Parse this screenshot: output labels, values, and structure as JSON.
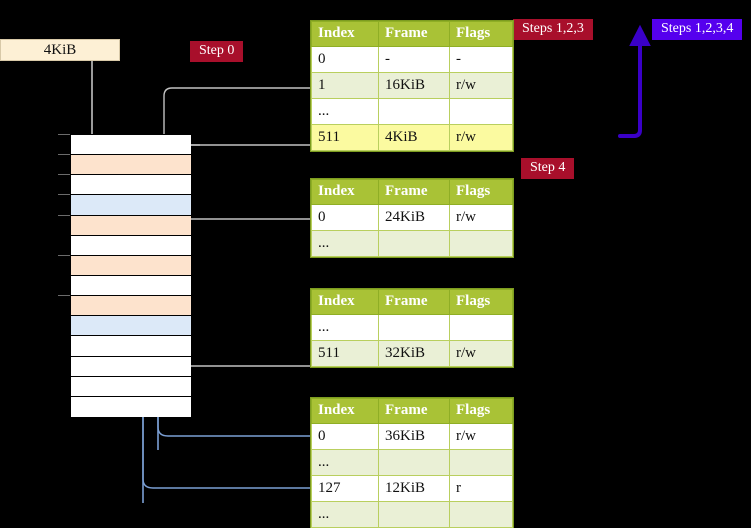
{
  "diagram": {
    "title_labels": {
      "size_box": "4KiB",
      "step0": "Step 0",
      "steps123": "Steps 1,2,3",
      "steps1234": "Steps 1,2,3,4",
      "step4": "Step 4"
    },
    "colors": {
      "badge_red": "#a80f2b",
      "badge_blue": "#5500ee",
      "table_header": "#a9c236",
      "table_row_even": "#eaf0d6",
      "table_row_highlight": "#fbfaa0",
      "mem_orange": "#fde3cd",
      "mem_blue": "#dce9f8",
      "size_box_bg": "#fdf0d5",
      "connector_gray": "#b0b0b0",
      "connector_blue": "#7b9fd4",
      "background": "#000000"
    }
  },
  "tables": [
    {
      "name": "page-table-level-1",
      "headers": [
        "Index",
        "Frame",
        "Flags"
      ],
      "rows": [
        {
          "index": "0",
          "frame": "-",
          "flags": "-",
          "style": "row-odd"
        },
        {
          "index": "1",
          "frame": "16KiB",
          "flags": "r/w",
          "style": "row-even"
        },
        {
          "index": "...",
          "frame": "",
          "flags": "",
          "style": "row-odd"
        },
        {
          "index": "511",
          "frame": "4KiB",
          "flags": "r/w",
          "style": "row-hl"
        }
      ]
    },
    {
      "name": "page-table-level-2",
      "headers": [
        "Index",
        "Frame",
        "Flags"
      ],
      "rows": [
        {
          "index": "0",
          "frame": "24KiB",
          "flags": "r/w",
          "style": "row-odd"
        },
        {
          "index": "...",
          "frame": "",
          "flags": "",
          "style": "row-even"
        }
      ]
    },
    {
      "name": "page-table-level-3",
      "headers": [
        "Index",
        "Frame",
        "Flags"
      ],
      "rows": [
        {
          "index": "...",
          "frame": "",
          "flags": "",
          "style": "row-odd"
        },
        {
          "index": "511",
          "frame": "32KiB",
          "flags": "r/w",
          "style": "row-even"
        }
      ]
    },
    {
      "name": "page-table-level-4",
      "headers": [
        "Index",
        "Frame",
        "Flags"
      ],
      "rows": [
        {
          "index": "0",
          "frame": "36KiB",
          "flags": "r/w",
          "style": "row-odd"
        },
        {
          "index": "...",
          "frame": "",
          "flags": "",
          "style": "row-even"
        },
        {
          "index": "127",
          "frame": "12KiB",
          "flags": "r",
          "style": "row-odd"
        },
        {
          "index": "...",
          "frame": "",
          "flags": "",
          "style": "row-even"
        }
      ]
    }
  ],
  "memory_frames": [
    {
      "slot": 0,
      "fill": "white"
    },
    {
      "slot": 1,
      "fill": "orange"
    },
    {
      "slot": 2,
      "fill": "white"
    },
    {
      "slot": 3,
      "fill": "blue"
    },
    {
      "slot": 4,
      "fill": "orange"
    },
    {
      "slot": 5,
      "fill": "white"
    },
    {
      "slot": 6,
      "fill": "orange"
    },
    {
      "slot": 7,
      "fill": "white"
    },
    {
      "slot": 8,
      "fill": "orange"
    },
    {
      "slot": 9,
      "fill": "blue"
    },
    {
      "slot": 10,
      "fill": "white"
    },
    {
      "slot": 11,
      "fill": "white"
    },
    {
      "slot": 12,
      "fill": "white"
    },
    {
      "slot": 13,
      "fill": "white"
    }
  ]
}
